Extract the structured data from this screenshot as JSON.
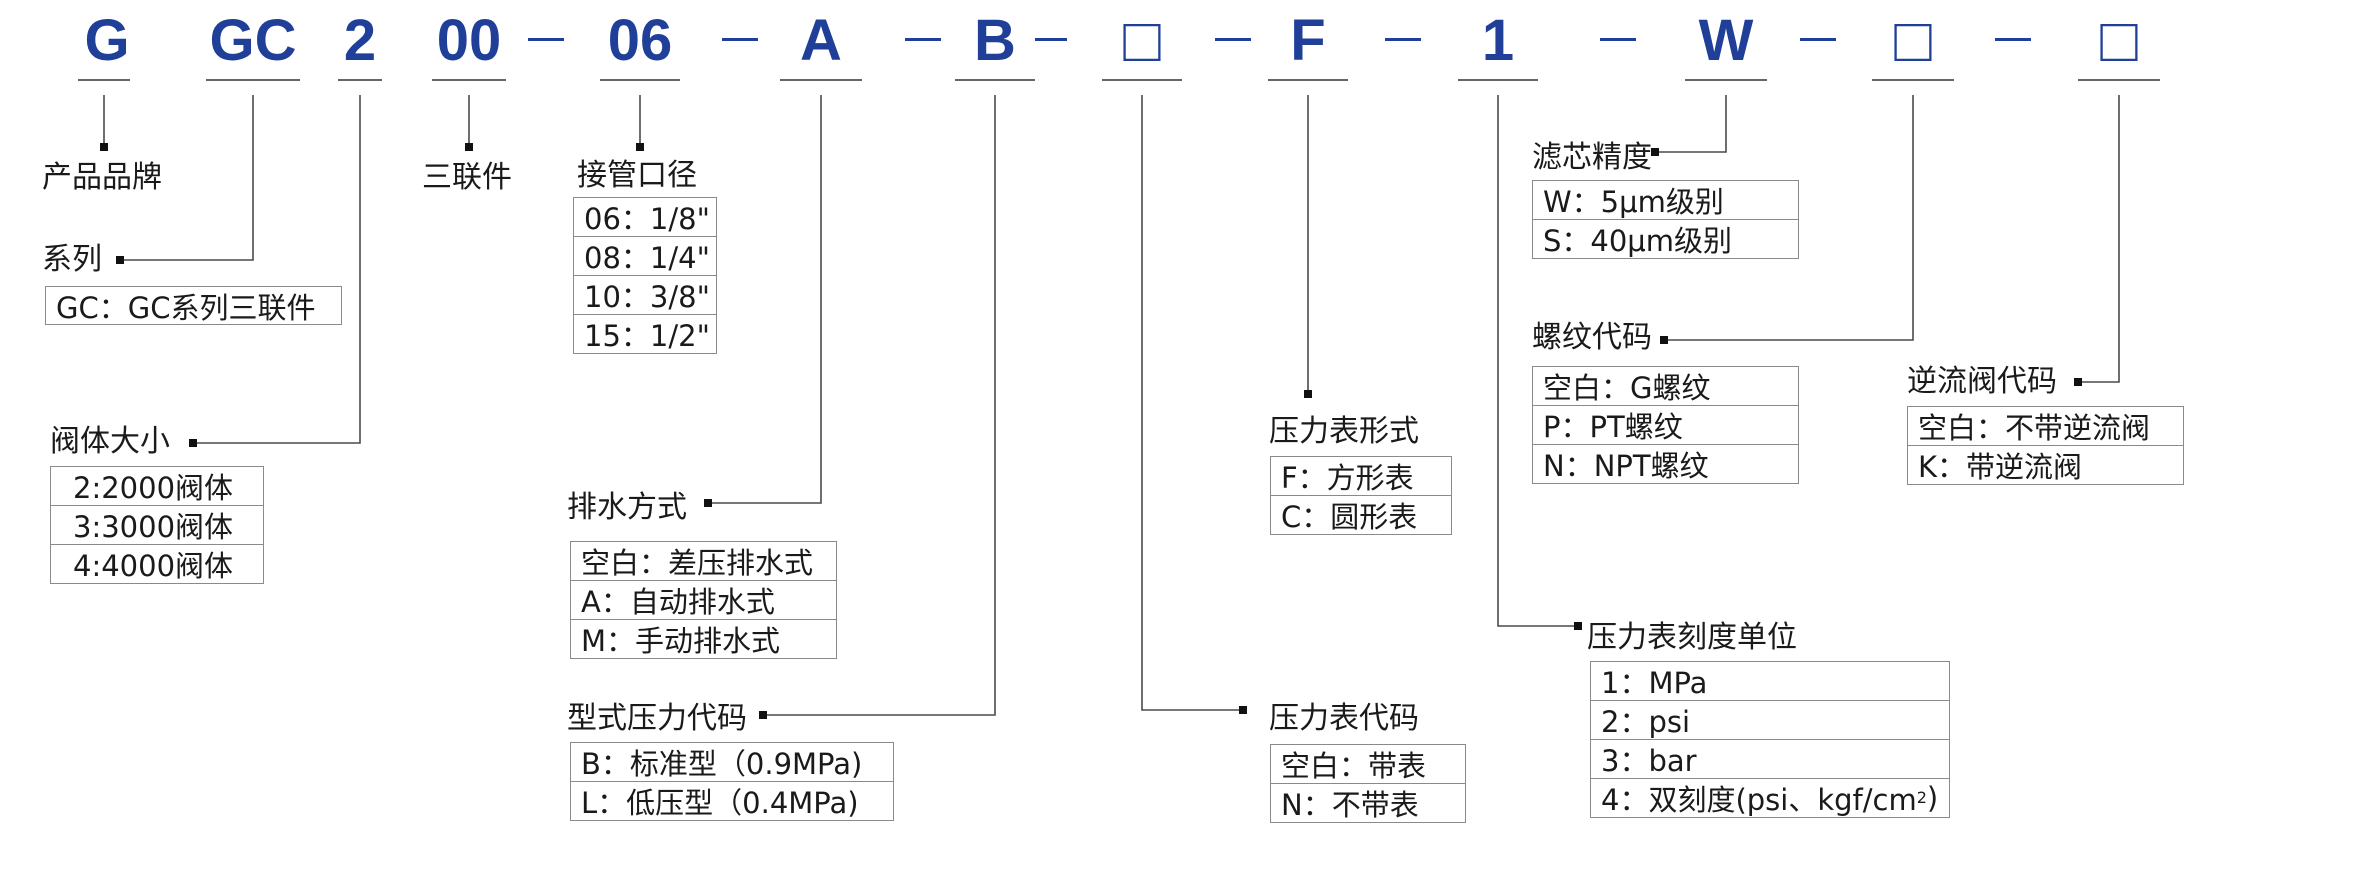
{
  "codes": [
    {
      "id": "brand",
      "text": "G"
    },
    {
      "id": "series",
      "text": "GC"
    },
    {
      "id": "size",
      "text": "2"
    },
    {
      "id": "type",
      "text": "00"
    },
    {
      "id": "port",
      "text": "06"
    },
    {
      "id": "drain",
      "text": "A"
    },
    {
      "id": "pressure_type",
      "text": "B"
    },
    {
      "id": "gauge_code",
      "text": "□"
    },
    {
      "id": "gauge_form",
      "text": "F"
    },
    {
      "id": "gauge_unit",
      "text": "1"
    },
    {
      "id": "filter",
      "text": "W"
    },
    {
      "id": "thread",
      "text": "□"
    },
    {
      "id": "check_valve",
      "text": "□"
    }
  ],
  "groups": {
    "brand": {
      "label": "产品品牌",
      "rows": []
    },
    "series": {
      "label": "系列",
      "rows": [
        "GC：GC系列三联件"
      ]
    },
    "size": {
      "label": "阀体大小",
      "rows": [
        "2:2000阀体",
        "3:3000阀体",
        "4:4000阀体"
      ]
    },
    "type": {
      "label": "三联件",
      "rows": []
    },
    "port": {
      "label": "接管口径",
      "rows": [
        "06：1/8\"",
        "08：1/4\"",
        "10：3/8\"",
        "15：1/2\""
      ]
    },
    "drain": {
      "label": "排水方式",
      "rows": [
        "空白：差压排水式",
        "A：自动排水式",
        "M：手动排水式"
      ]
    },
    "pressure_type": {
      "label": "型式压力代码",
      "rows": [
        "B：标准型（0.9MPa)",
        "L：低压型（0.4MPa)"
      ]
    },
    "gauge_code": {
      "label": "压力表代码",
      "rows": [
        "空白：带表",
        "N：不带表"
      ]
    },
    "gauge_form": {
      "label": "压力表形式",
      "rows": [
        "F：方形表",
        "C：圆形表"
      ]
    },
    "gauge_unit": {
      "label": "压力表刻度单位",
      "rows": [
        "1：MPa",
        "2：psi",
        "3：bar",
        "4：双刻度(psi、kgf/cm"
      ],
      "last_sup": "2",
      "last_tail": ")"
    },
    "filter": {
      "label": "滤芯精度",
      "rows": [
        "W：5μm级别",
        "S：40μm级别"
      ]
    },
    "thread": {
      "label": "螺纹代码",
      "rows": [
        "空白：G螺纹",
        "P：PT螺纹",
        "N：NPT螺纹"
      ]
    },
    "check_valve": {
      "label": "逆流阀代码",
      "rows": [
        "空白：不带逆流阀",
        "K：带逆流阀"
      ]
    }
  },
  "colors": {
    "code": "#203f98",
    "line": "#4a4a4a",
    "border": "#8a8a8a"
  }
}
